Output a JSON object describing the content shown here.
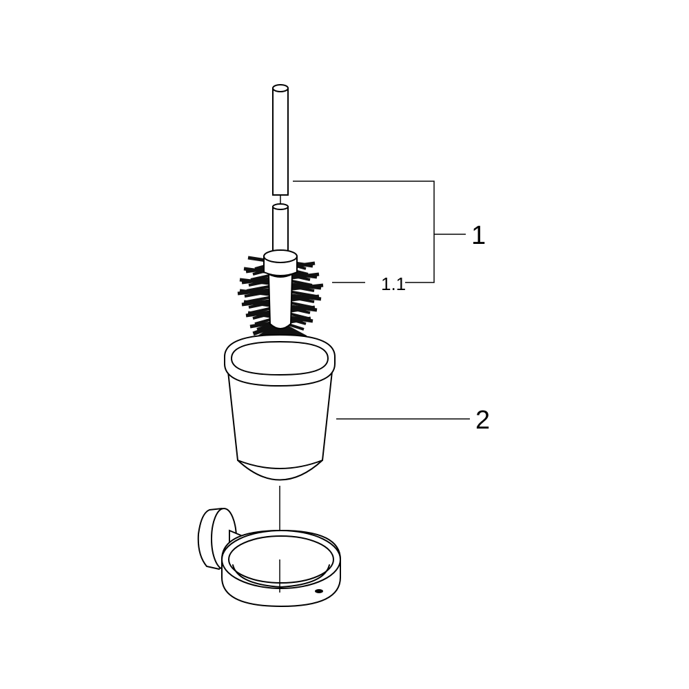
{
  "callouts": [
    {
      "id": "part-1",
      "label": "1"
    },
    {
      "id": "part-1-1",
      "label": "1.1"
    },
    {
      "id": "part-2",
      "label": "2"
    }
  ],
  "colors": {
    "line": "#000000",
    "background": "#ffffff",
    "bristle": "#111111"
  },
  "icons": {
    "brush": "toilet-brush-icon",
    "cup": "glass-cup-icon",
    "holder": "wall-holder-icon"
  }
}
